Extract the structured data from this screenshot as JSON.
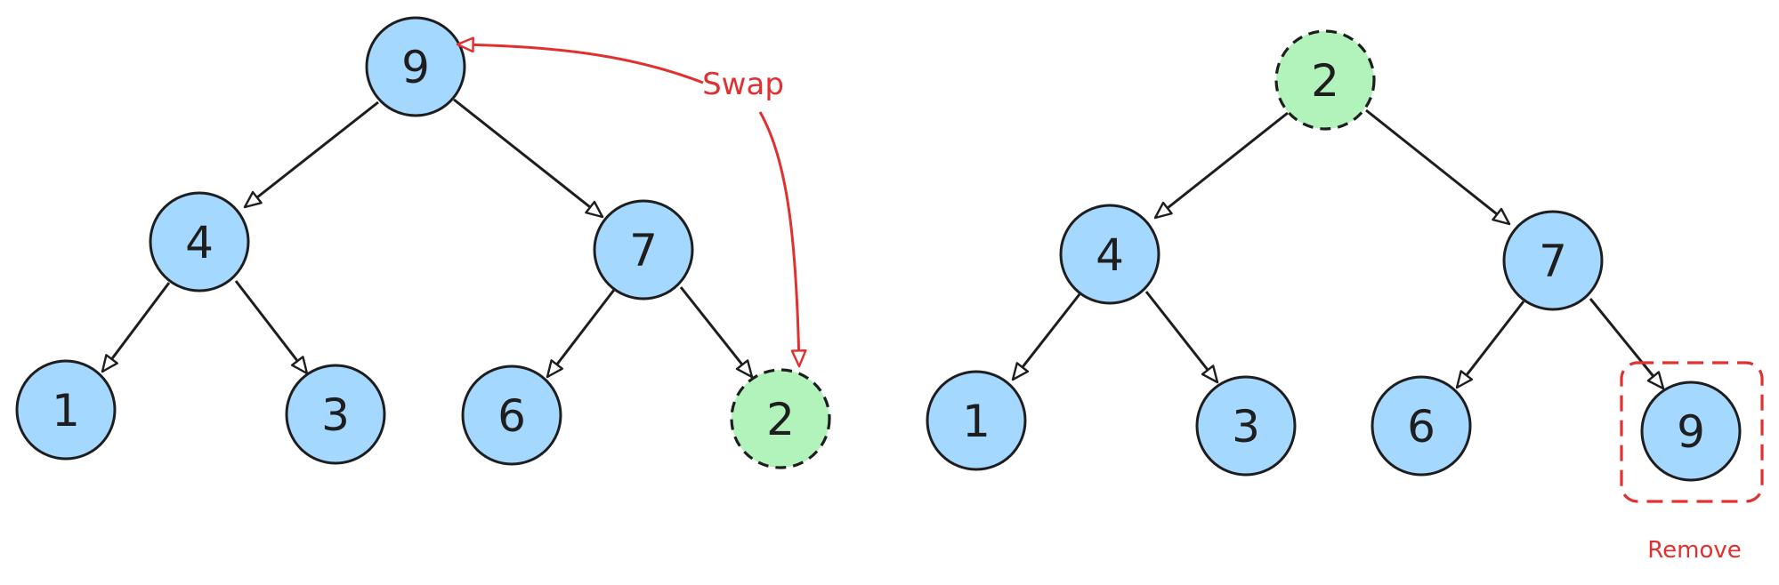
{
  "colors": {
    "node_fill": "#a5d8ff",
    "highlight_fill": "#b2f2bb",
    "stroke": "#1e1e1e",
    "accent": "#e03131",
    "background": "#ffffff"
  },
  "before_tree": {
    "nodes": [
      {
        "id": "n9",
        "label": "9"
      },
      {
        "id": "n4",
        "label": "4"
      },
      {
        "id": "n7",
        "label": "7"
      },
      {
        "id": "n1",
        "label": "1"
      },
      {
        "id": "n3",
        "label": "3"
      },
      {
        "id": "n6",
        "label": "6"
      },
      {
        "id": "n2",
        "label": "2",
        "highlight": true
      }
    ],
    "edges": [
      {
        "from": "n9",
        "to": "n4"
      },
      {
        "from": "n9",
        "to": "n7"
      },
      {
        "from": "n4",
        "to": "n1"
      },
      {
        "from": "n4",
        "to": "n3"
      },
      {
        "from": "n7",
        "to": "n6"
      },
      {
        "from": "n7",
        "to": "n2"
      }
    ],
    "swap_label": "Swap"
  },
  "after_tree": {
    "nodes": [
      {
        "id": "m2",
        "label": "2",
        "highlight": true
      },
      {
        "id": "m4",
        "label": "4"
      },
      {
        "id": "m7",
        "label": "7"
      },
      {
        "id": "m1",
        "label": "1"
      },
      {
        "id": "m3",
        "label": "3"
      },
      {
        "id": "m6",
        "label": "6"
      },
      {
        "id": "m9",
        "label": "9"
      }
    ],
    "edges": [
      {
        "from": "m2",
        "to": "m4"
      },
      {
        "from": "m2",
        "to": "m7"
      },
      {
        "from": "m4",
        "to": "m1"
      },
      {
        "from": "m4",
        "to": "m3"
      },
      {
        "from": "m7",
        "to": "m6"
      },
      {
        "from": "m7",
        "to": "m9"
      }
    ],
    "remove_label": "Remove"
  }
}
